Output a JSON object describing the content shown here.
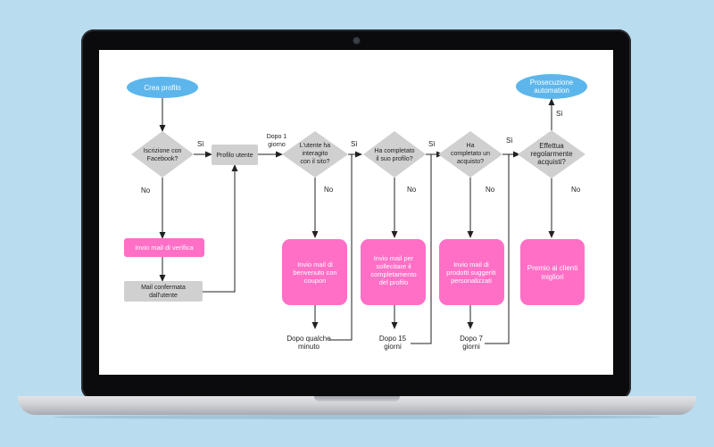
{
  "colors": {
    "background": "#b9dcef",
    "start_node": "#5cb6ec",
    "decision": "#d0d0d0",
    "process_grey": "#d0d0d0",
    "action_pink": "#ff6fc6",
    "arrow": "#222222"
  },
  "flow": {
    "start": "Crea profilo",
    "end": [
      "Prosecuzione",
      "automation"
    ],
    "decisions": {
      "facebook": [
        "Iscrizione con",
        "Facebook?"
      ],
      "interacted": [
        "L'utente ha",
        "interagito",
        "con il sito?"
      ],
      "completed_profile": [
        "Ha completato",
        "il suo profilo?"
      ],
      "purchase": [
        "Ha",
        "completato un",
        "acquisto?"
      ],
      "regular": [
        "Effettua",
        "regolarmente",
        "acquisti?"
      ]
    },
    "process": {
      "profile_user": "Profilo utente",
      "verify_mail": "Invio mail di verifica",
      "confirmed_mail": [
        "Mail confermata",
        "dall'utente"
      ]
    },
    "actions": {
      "welcome": [
        "Invio mail di",
        "benvenuto con",
        "coupon"
      ],
      "complete_profile": [
        "Invio mail per",
        "sollecitare il",
        "completamento",
        "del profilo"
      ],
      "suggested": [
        "Invio mail di",
        "prodotti suggeriti",
        "personalizzati"
      ],
      "reward": [
        "Premio ai clienti",
        "migliori"
      ]
    },
    "labels": {
      "yes": "Sì",
      "no": "No",
      "after_1_day": [
        "Dopo 1",
        "giorno"
      ],
      "after_minutes": [
        "Dopo qualche",
        "minuto"
      ],
      "after_15_days": [
        "Dopo 15",
        "giorni"
      ],
      "after_7_days": [
        "Dopo 7",
        "giorni"
      ]
    }
  }
}
